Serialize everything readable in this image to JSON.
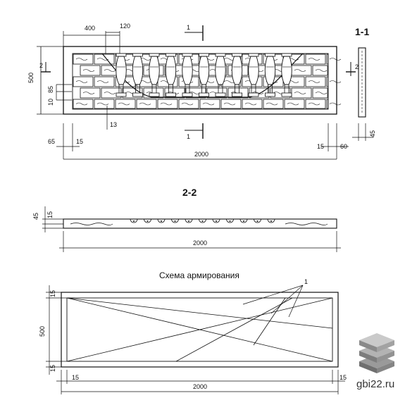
{
  "elevation": {
    "dims": {
      "w400": "400",
      "w120": "120",
      "h500": "500",
      "h10": "10",
      "h85": "85",
      "h13": "13",
      "w65": "65",
      "w15l": "15",
      "w15r": "15",
      "w60": "60",
      "w2000": "2000",
      "w45": "45"
    },
    "section_marks": {
      "cut1": "1",
      "cut1b": "1",
      "cut2": "2",
      "cut2b": "2",
      "section_label": "1-1"
    },
    "baluster_count": 11
  },
  "section22": {
    "label": "2-2",
    "dims": {
      "h45": "45",
      "h15": "15",
      "w2000": "2000"
    }
  },
  "reinforcement": {
    "title": "Схема армирования",
    "callout": "1",
    "dims": {
      "h15t": "15",
      "h500": "500",
      "h15b": "15",
      "w15l": "15",
      "w15r": "15",
      "w2000": "2000"
    }
  },
  "watermark": {
    "text": "gbi22.ru",
    "icon": "stacked-slabs-icon"
  }
}
